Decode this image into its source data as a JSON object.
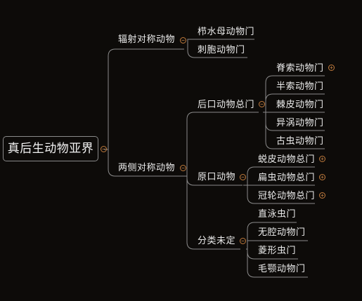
{
  "root": {
    "label": "真后生动物亚界"
  },
  "branches": [
    {
      "label": "辐射对称动物",
      "children": [
        "栉水母动物门",
        "刺胞动物门"
      ]
    },
    {
      "label": "两侧对称动物",
      "children": [
        {
          "label": "后口动物总门",
          "children": [
            "脊索动物门",
            "半索动物门",
            "棘皮动物门",
            "异涡动物门",
            "古虫动物门"
          ]
        },
        {
          "label": "原口动物",
          "children": [
            "蜕皮动物总门",
            "扁虫动物总门",
            "冠轮动物总门"
          ]
        },
        {
          "label": "分类未定",
          "children": [
            "直泳虫门",
            "无腔动物门",
            "菱形虫门",
            "毛颚动物门"
          ]
        }
      ]
    }
  ],
  "toggle_symbols": {
    "expanded": "−",
    "collapsed": "+"
  },
  "colors": {
    "background": "#0d0b09",
    "line": "#8a8a8a",
    "toggle": "#c07a3c",
    "text": "#ececec"
  }
}
